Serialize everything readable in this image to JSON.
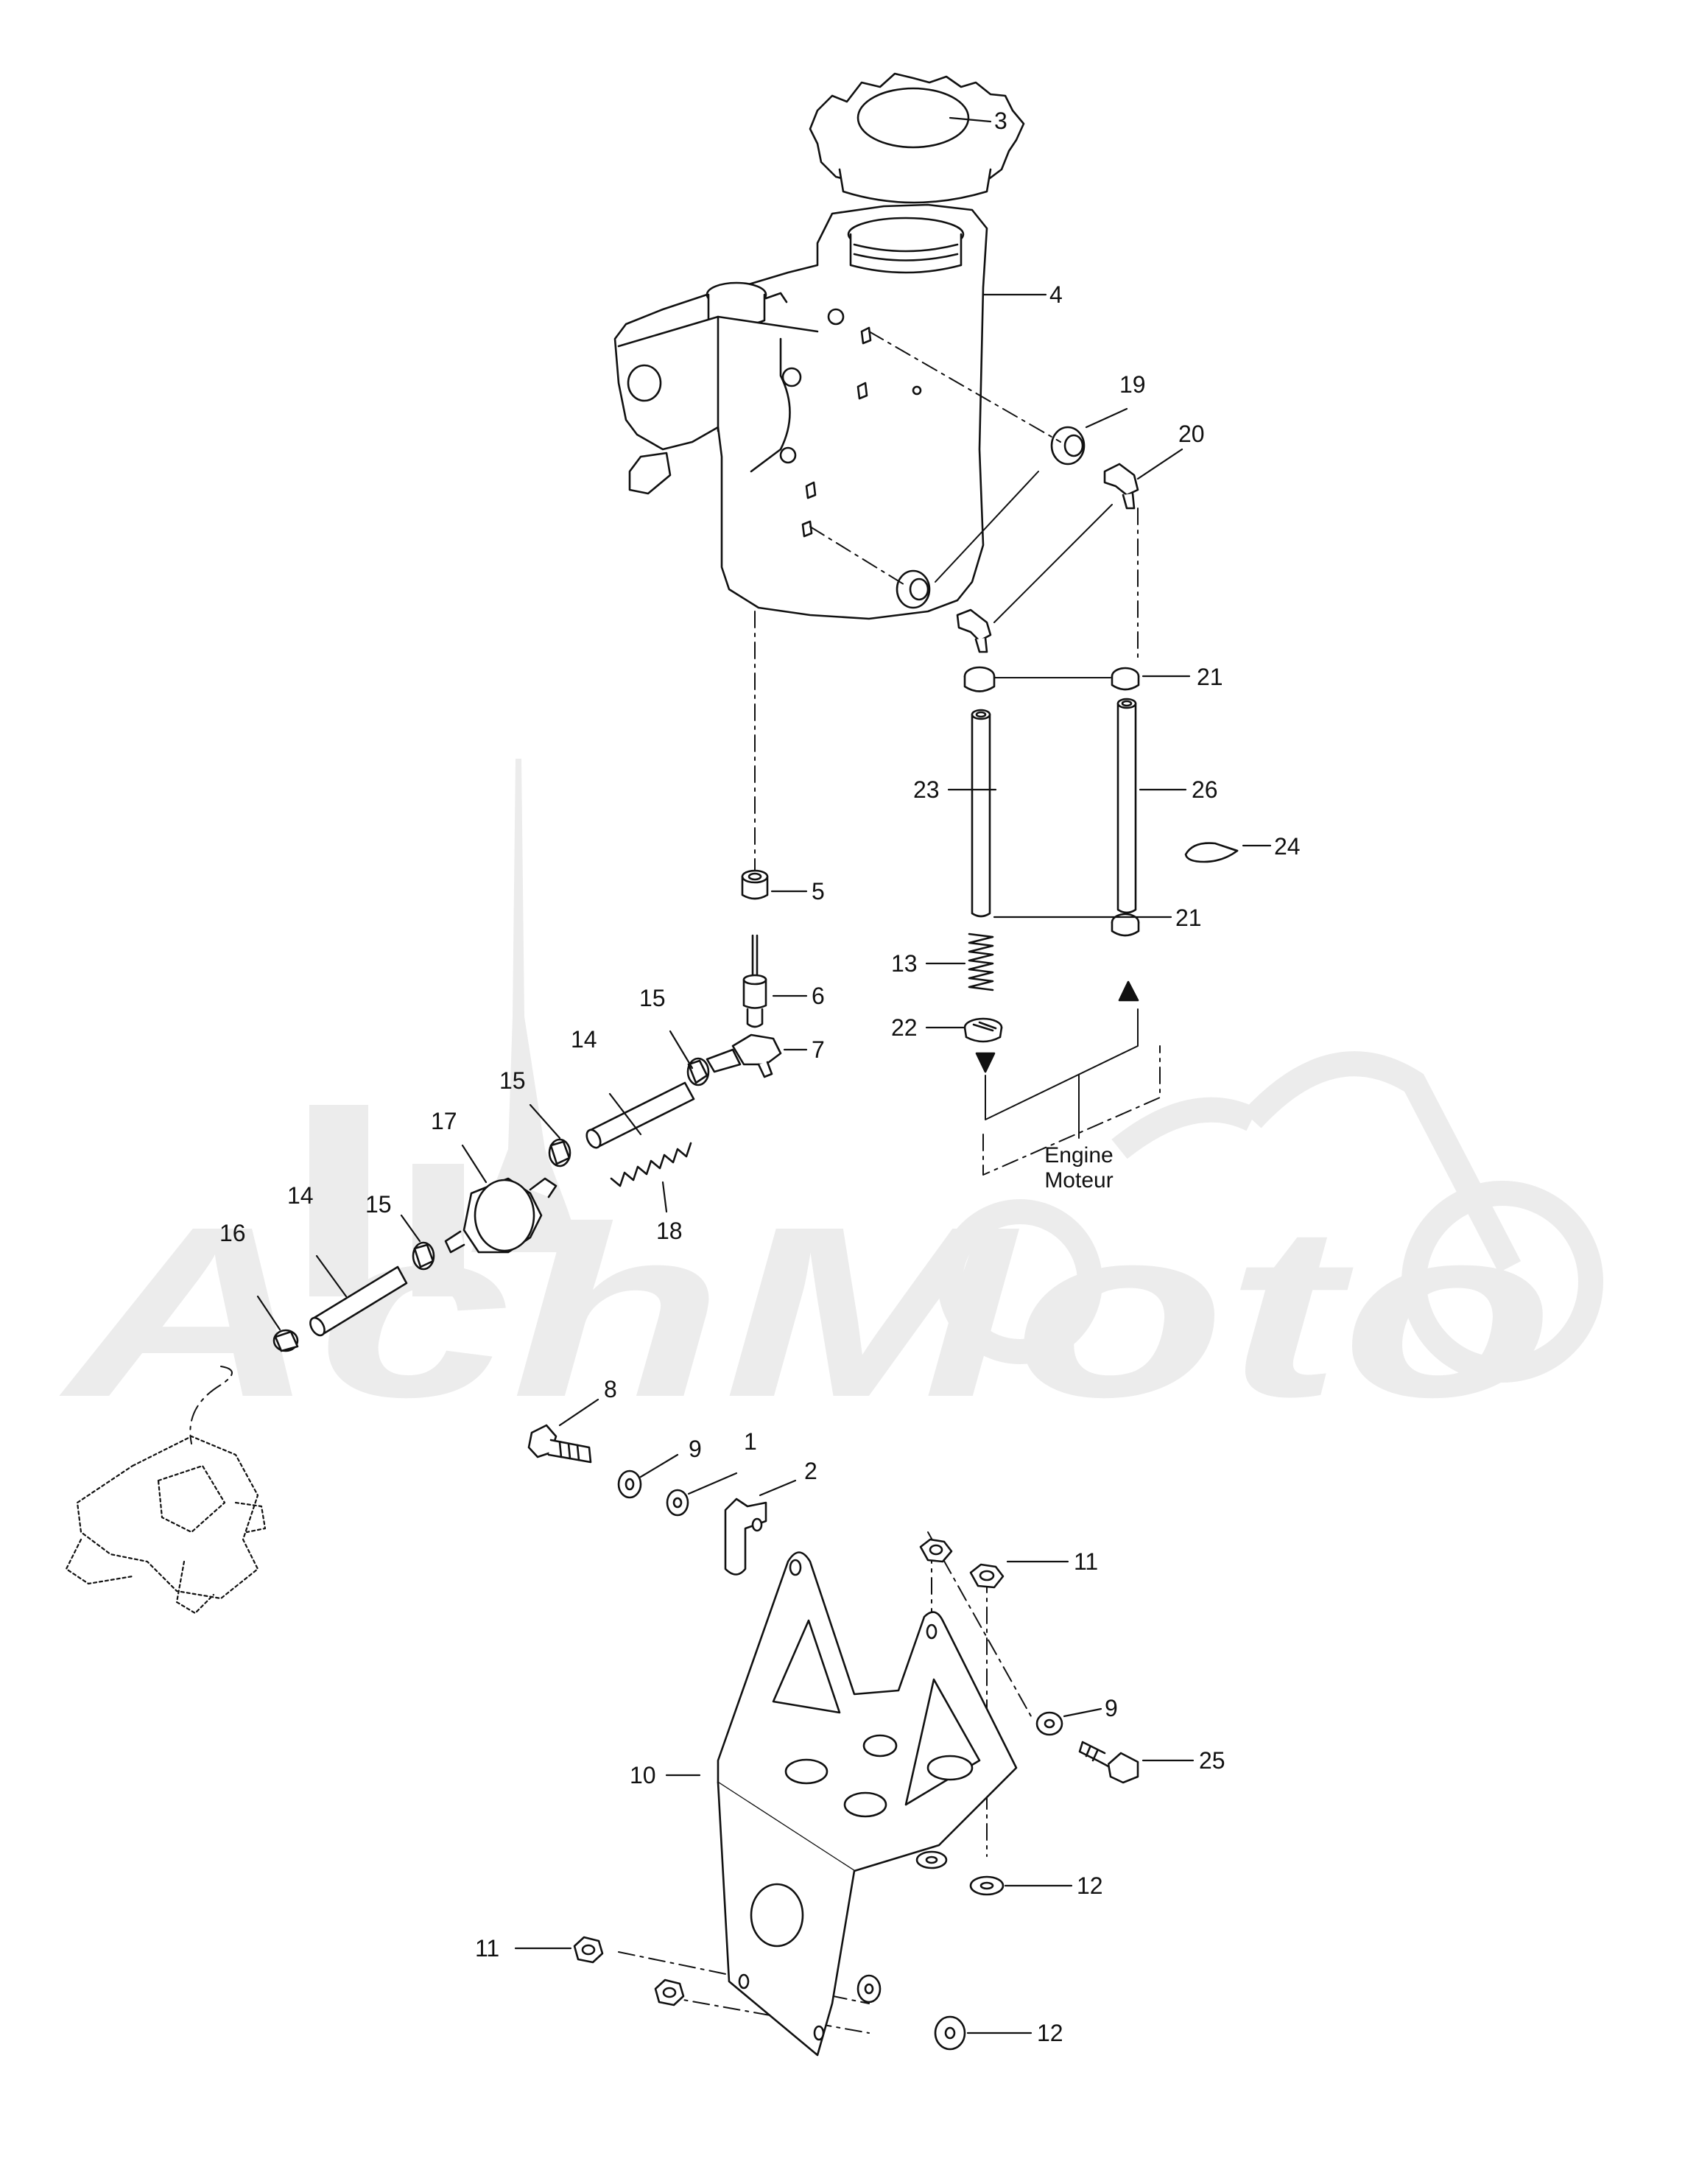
{
  "diagram": {
    "callouts": [
      {
        "id": "c3",
        "label": "3"
      },
      {
        "id": "c4",
        "label": "4"
      },
      {
        "id": "c19",
        "label": "19"
      },
      {
        "id": "c20",
        "label": "20"
      },
      {
        "id": "c21a",
        "label": "21"
      },
      {
        "id": "c21b",
        "label": "21"
      },
      {
        "id": "c23",
        "label": "23"
      },
      {
        "id": "c26",
        "label": "26"
      },
      {
        "id": "c24",
        "label": "24"
      },
      {
        "id": "c13",
        "label": "13"
      },
      {
        "id": "c22",
        "label": "22"
      },
      {
        "id": "c5",
        "label": "5"
      },
      {
        "id": "c6",
        "label": "6"
      },
      {
        "id": "c7",
        "label": "7"
      },
      {
        "id": "c15a",
        "label": "15"
      },
      {
        "id": "c15b",
        "label": "15"
      },
      {
        "id": "c15c",
        "label": "15"
      },
      {
        "id": "c14a",
        "label": "14"
      },
      {
        "id": "c14b",
        "label": "14"
      },
      {
        "id": "c17",
        "label": "17"
      },
      {
        "id": "c18",
        "label": "18"
      },
      {
        "id": "c16",
        "label": "16"
      },
      {
        "id": "c8",
        "label": "8"
      },
      {
        "id": "c9a",
        "label": "9"
      },
      {
        "id": "c1",
        "label": "1"
      },
      {
        "id": "c2",
        "label": "2"
      },
      {
        "id": "c11a",
        "label": "11"
      },
      {
        "id": "c9b",
        "label": "9"
      },
      {
        "id": "c25",
        "label": "25"
      },
      {
        "id": "c10",
        "label": "10"
      },
      {
        "id": "c12a",
        "label": "12"
      },
      {
        "id": "c11b",
        "label": "11"
      },
      {
        "id": "c12b",
        "label": "12"
      }
    ],
    "engine_label": {
      "line1": "Engine",
      "line2": "Moteur"
    }
  },
  "watermark": {
    "text": "AchMoto"
  },
  "colors": {
    "line": "#111111",
    "watermark": "#ececec",
    "background": "#ffffff"
  }
}
